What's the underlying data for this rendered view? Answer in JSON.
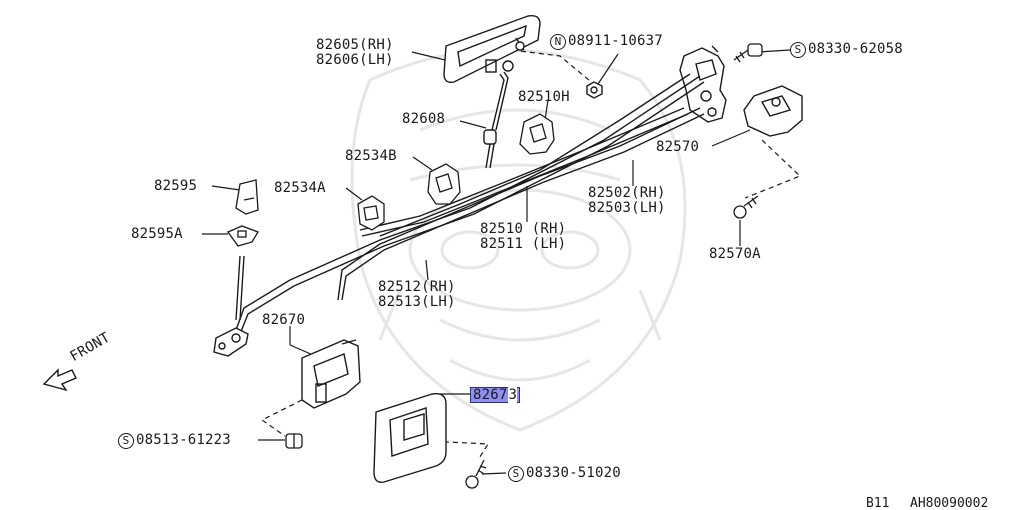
{
  "labels": {
    "p82605": "82605(RH)",
    "p82606": "82606(LH)",
    "n08911": "08911-10637",
    "n08911_mark": "N",
    "s08330_62058": "08330-62058",
    "s_mark": "S",
    "p82510H": "82510H",
    "p82608": "82608",
    "p82534B": "82534B",
    "p82570": "82570",
    "p82595": "82595",
    "p82534A": "82534A",
    "p82502": "82502(RH)",
    "p82503": "82503(LH)",
    "p82595A": "82595A",
    "p82510": "82510 (RH)",
    "p82511": "82511 (LH)",
    "p82570A": "82570A",
    "p82512": "82512(RH)",
    "p82513": "82513(LH)",
    "p82670": "82670",
    "front": "FRONT",
    "p82673_main": "8267",
    "p82673_tail": "3",
    "s08513_61223": "08513-61223",
    "s08330_51020": "08330-51020"
  },
  "footer": {
    "code": "B11",
    "figure_id": "AH80090002"
  },
  "colors": {
    "line": "#1a1a1a",
    "highlight": "#8f8ff0",
    "highlight_border": "#2a2a9a",
    "watermark": "#e4e4e4"
  }
}
